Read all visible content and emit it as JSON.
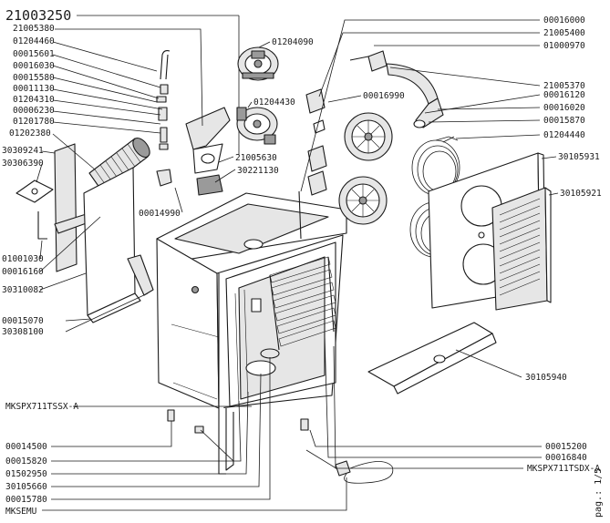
{
  "drawing_number": "21003250",
  "page_label": "pag.: 1/5",
  "parts": {
    "p21005380": "21005380",
    "p01204460": "01204460",
    "p00015601": "00015601",
    "p00016030": "00016030",
    "p00015580": "00015580",
    "p00011130": "00011130",
    "p01204310": "01204310",
    "p00006230": "00006230",
    "p01201780": "01201780",
    "p01202380": "01202380",
    "p30309241": "30309241",
    "p30306390": "30306390",
    "p01001030": "01001030",
    "p00016160": "00016160",
    "p30310082": "30310082",
    "p00015070": "00015070",
    "p30308100": "30308100",
    "p01204090": "01204090",
    "p01204430": "01204430",
    "p21005630": "21005630",
    "p30221130": "30221130",
    "p00014990": "00014990",
    "p00016990": "00016990",
    "p00016000": "00016000",
    "p21005400": "21005400",
    "p01000970": "01000970",
    "p21005370": "21005370",
    "p00016120": "00016120",
    "p00016020": "00016020",
    "p00015870": "00015870",
    "p01204440": "01204440",
    "p30105931": "30105931",
    "p30105921": "30105921",
    "p30105940": "30105940",
    "pMKSPX711TSSXA": "MKSPX711TSSX-A",
    "p00014500": "00014500",
    "p00015820": "00015820",
    "p01502950": "01502950",
    "p30105660": "30105660",
    "p00015780": "00015780",
    "pMKSEMU": "MKSEMU",
    "p00015200": "00015200",
    "p00016840": "00016840",
    "pMKSPX711TSDXA": "MKSPX711TSDX-A"
  }
}
